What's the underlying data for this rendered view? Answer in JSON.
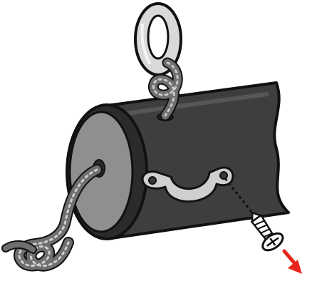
{
  "illustration": {
    "parts": [
      {
        "name": "tube",
        "shape": "cylinder",
        "fill": "#3e3e3e"
      },
      {
        "name": "end-cap",
        "shape": "disc",
        "fill": "#8f8f8f"
      },
      {
        "name": "metal-ring",
        "shape": "ring",
        "fill": "#d9d9d9"
      },
      {
        "name": "strap-bracket",
        "shape": "u-strap",
        "fill": "#cfcfcf"
      },
      {
        "name": "rope",
        "shape": "braided-cord",
        "fill": "#6f6f6f"
      },
      {
        "name": "screw",
        "shape": "screw",
        "fill": "#ffffff"
      },
      {
        "name": "direction-arrow",
        "shape": "arrow",
        "fill": "#e8241a"
      }
    ],
    "colors": {
      "outline": "#111111",
      "tube": "#3e3e3e",
      "end_cap": "#8f8f8f",
      "metal": "#d9d9d9",
      "rope": "#6f6f6f",
      "arrow": "#e8241a"
    }
  }
}
